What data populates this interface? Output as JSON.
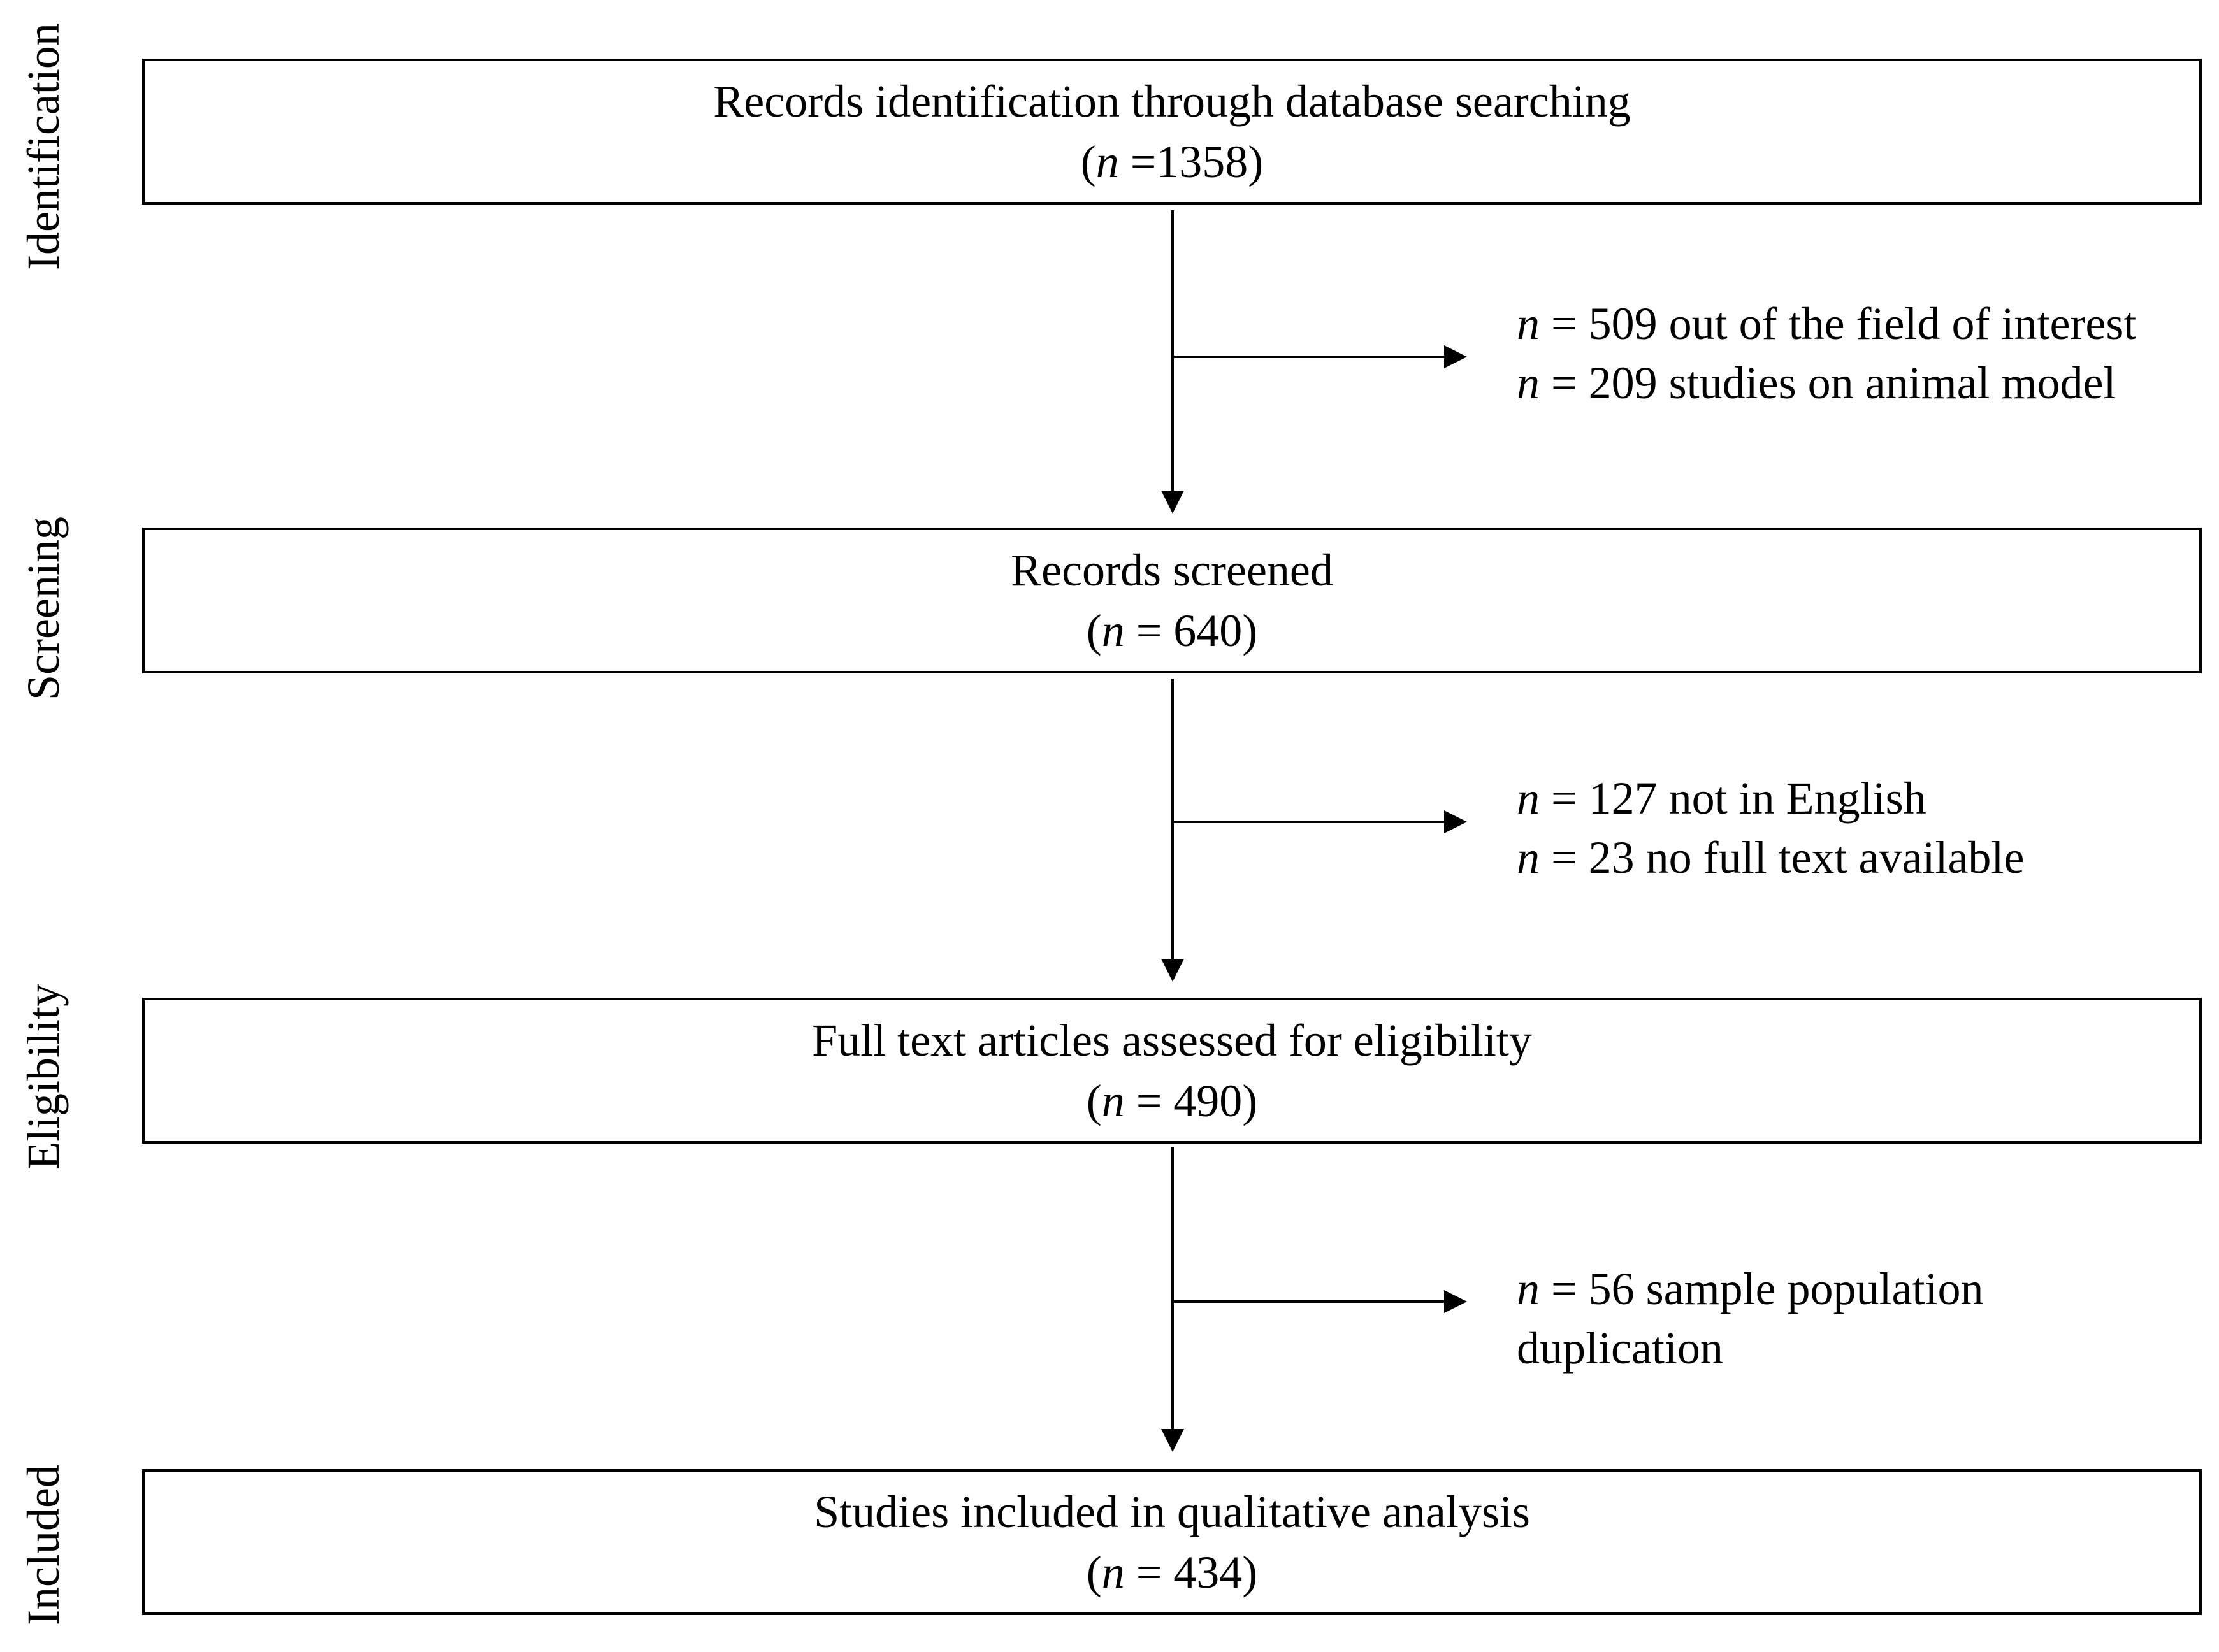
{
  "stages": [
    {
      "label": "Identification"
    },
    {
      "label": "Screening"
    },
    {
      "label": "Eligibility"
    },
    {
      "label": "Included"
    }
  ],
  "boxes": [
    {
      "title": "Records identification through database searching",
      "n_prefix": "(",
      "n_var": "n",
      "n_value": " =1358)"
    },
    {
      "title": "Records screened",
      "n_prefix": "(",
      "n_var": "n",
      "n_value": " = 640)"
    },
    {
      "title": "Full text articles assessed for eligibility",
      "n_prefix": "(",
      "n_var": "n",
      "n_value": " = 490)"
    },
    {
      "title": "Studies included in qualitative analysis",
      "n_prefix": "(",
      "n_var": "n",
      "n_value": " = 434)"
    }
  ],
  "exclusions": [
    {
      "lines": [
        {
          "var": "n",
          "text": " = 509 out of the field of interest"
        },
        {
          "var": "n",
          "text": " = 209 studies on animal model"
        }
      ]
    },
    {
      "lines": [
        {
          "var": "n",
          "text": " = 127 not in English"
        },
        {
          "var": "n",
          "text": " = 23 no full text available"
        }
      ]
    },
    {
      "lines": [
        {
          "var": "n",
          "text": " = 56 sample population"
        },
        {
          "var": "",
          "text": "duplication"
        }
      ]
    }
  ]
}
